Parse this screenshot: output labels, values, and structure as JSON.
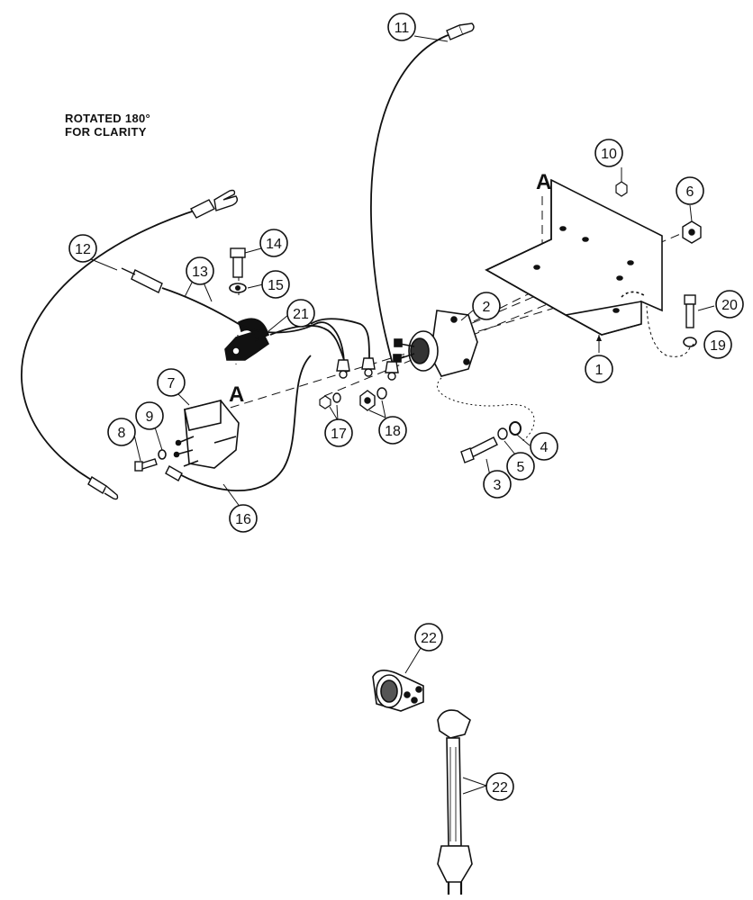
{
  "note": {
    "line1": "ROTATED 180°",
    "line2": "FOR CLARITY"
  },
  "section_marks": {
    "upper": "A",
    "lower": "A"
  },
  "callouts": {
    "c1": "1",
    "c2": "2",
    "c3": "3",
    "c4": "4",
    "c5": "5",
    "c6": "6",
    "c7": "7",
    "c8": "8",
    "c9": "9",
    "c10": "10",
    "c11": "11",
    "c12": "12",
    "c13": "13",
    "c14": "14",
    "c15": "15",
    "c16": "16",
    "c17": "17",
    "c18": "18",
    "c19": "19",
    "c20": "20",
    "c21": "21",
    "c22a": "22",
    "c22b": "22"
  }
}
